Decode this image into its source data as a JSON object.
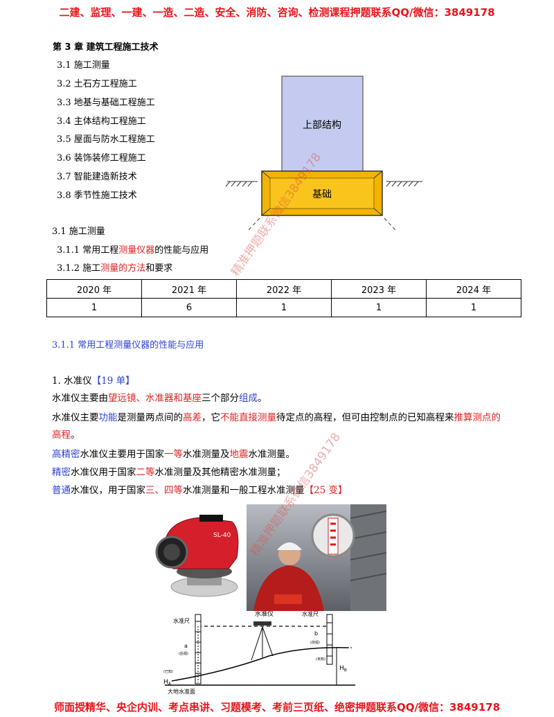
{
  "banner_top": "二建、监理、一建、一造、二造、安全、消防、咨询、检测课程押题联系QQ/微信：3849178",
  "banner_bottom": "师面授精华、央企内训、考点串讲、习题模考、考前三页纸、绝密押题联系QQ/微信：3849178",
  "chapter_title": "第 3 章  建筑工程施工技术",
  "toc": [
    "3.1  施工测量",
    "3.2  土石方工程施工",
    "3.3  地基与基础工程施工",
    "3.4  主体结构工程施工",
    "3.5  屋面与防水工程施工",
    "3.6  装饰装修工程施工",
    "3.7  智能建造新技术",
    "3.8  季节性施工技术"
  ],
  "foundation_diagram": {
    "upper_label": "上部结构",
    "base_label": "基础"
  },
  "section": {
    "title": "3.1  施工测量",
    "item1_prefix": "3.1.1  常用工程",
    "item1_red": "测量仪器",
    "item1_suffix": "的性能与应用",
    "item2_prefix": "3.1.2  施工",
    "item2_red": "测量的方法",
    "item2_suffix": "和要求"
  },
  "year_table": {
    "headers": [
      "2020 年",
      "2021 年",
      "2022 年",
      "2023 年",
      "2024 年"
    ],
    "values": [
      "1",
      "6",
      "1",
      "1",
      "1"
    ]
  },
  "subheading": "3.1.1  常用工程测量仪器的性能与应用",
  "level": {
    "heading": "1.  水准仪",
    "heading_tag": "【19 单】",
    "l1_a": "水准仪主要由",
    "l1_red": "望远镜、水准器和基座",
    "l1_b": "三个部分",
    "l1_blue": "组成",
    "l1_c": "。",
    "l2_a": "水准仪主要",
    "l2_blue": "功能",
    "l2_b": "是测量两点间的",
    "l2_red1": "高差",
    "l2_c": "，它",
    "l2_red2": "不能直接测量",
    "l2_d": "待定点的高程，但可由控制点的已知高程来",
    "l2_red3": "推算测点的",
    "l2_red4": "高程",
    "l2_e": "。",
    "l3_blue": "高精密",
    "l3_a": "水准仪主要用于国家",
    "l3_red1": "一等",
    "l3_b": "水准测量及",
    "l3_red2": "地震",
    "l3_c": "水准测量。",
    "l4_blue": "精密",
    "l4_a": "水准仪用于国家",
    "l4_red": "二等",
    "l4_b": "水准测量及其他精密水准测量；",
    "l5_blue": "普通",
    "l5_a": "水准仪，用于国家",
    "l5_red": "三、四等",
    "l5_b": "水准测量和一般工程水准测量",
    "l5_tag": "【25 变】"
  },
  "device_label": "SL-40",
  "survey_diagram": {
    "instrument": "水准仪",
    "rod_left": "水准尺",
    "rod_right": "水准尺",
    "a": "a",
    "a_note": "(后视)",
    "b": "b",
    "b_note": "(前视)",
    "known": "(已知)",
    "unknown": "(未知)",
    "ha": "H",
    "ha_sub": "A",
    "hb": "H",
    "hb_sub": "B",
    "datum": "大地水准面"
  },
  "watermark": "精准押题联系微信3849178",
  "colors": {
    "red": "#e02020",
    "blue": "#2b3fd6",
    "banner": "#e8141b"
  }
}
